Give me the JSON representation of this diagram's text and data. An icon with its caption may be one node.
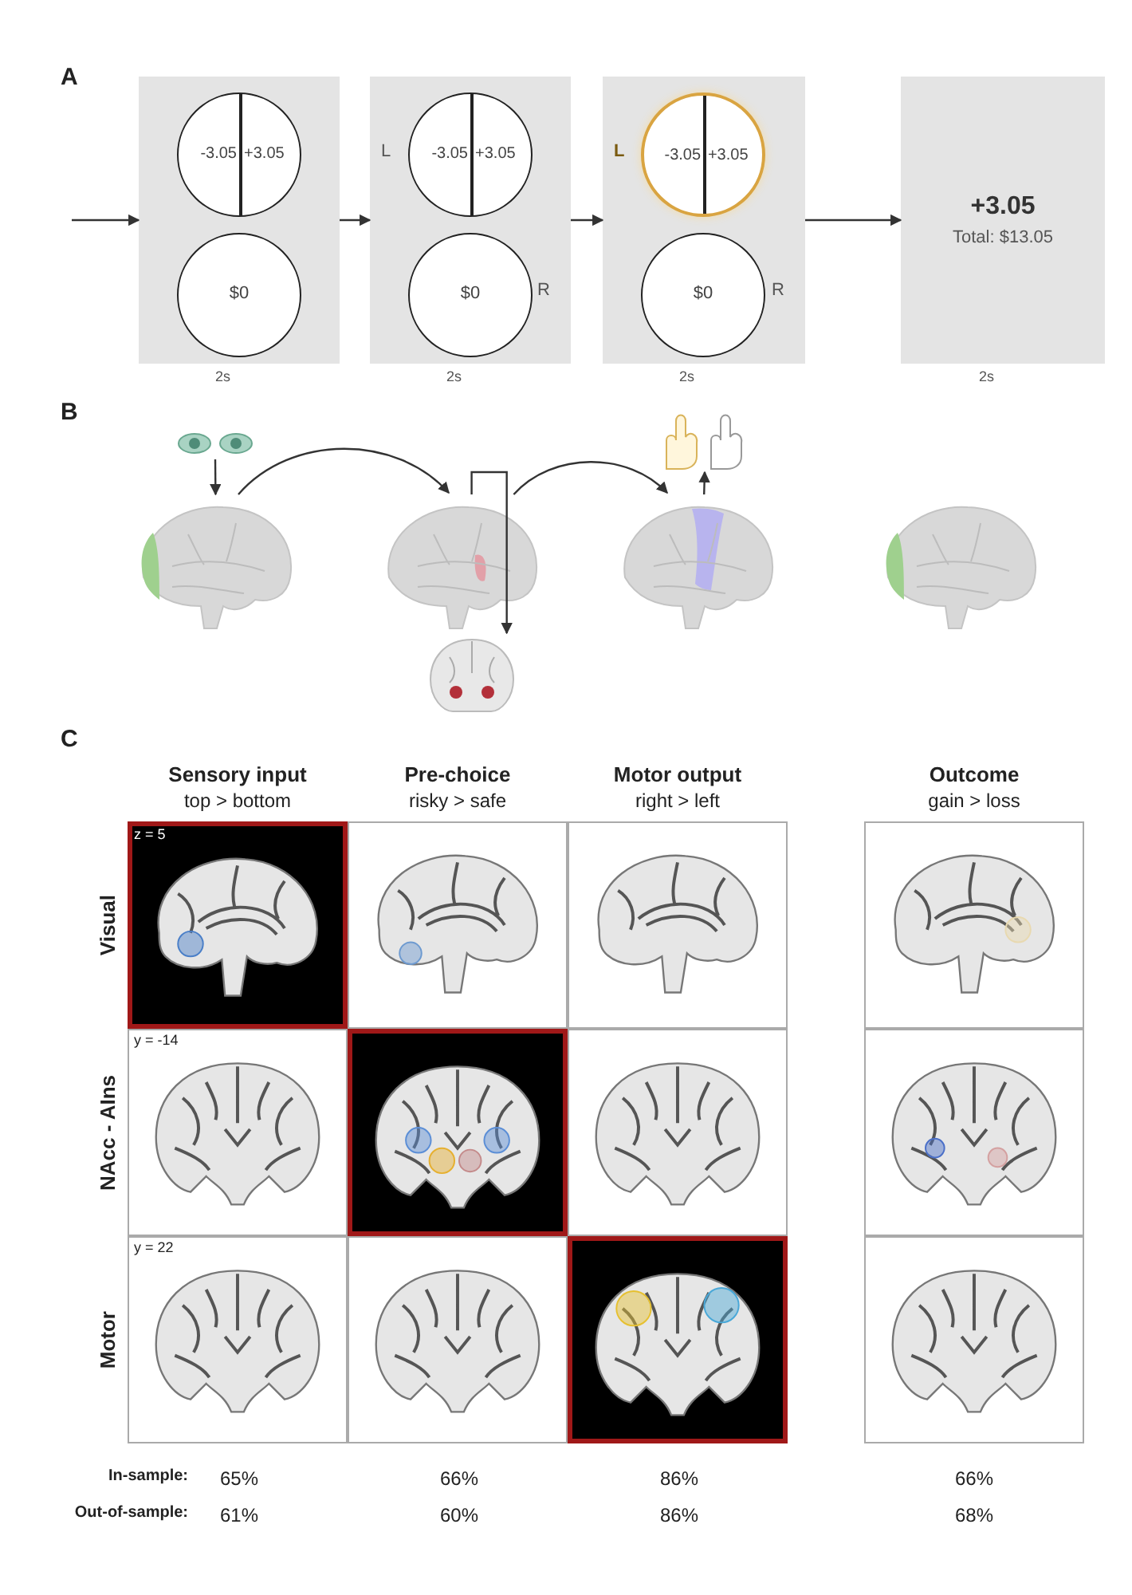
{
  "diagram": {
    "nodes": [
      {
        "text": [],
        "shape": "box",
        "beside": [
          "2s"
        ]
      },
      {
        "text": [
          "-3.05",
          "+3.05"
        ],
        "in": 0
      },
      {
        "text": [
          "$0"
        ],
        "in": 0
      },
      {
        "text": [],
        "shape": "box",
        "beside": [
          "2s"
        ]
      },
      {
        "text": [
          "-3.05",
          "+3.05"
        ],
        "in": 3,
        "beside": [
          "L"
        ]
      },
      {
        "text": [
          "$0"
        ],
        "in": 3,
        "beside": [
          "R"
        ]
      },
      {
        "text": [],
        "shape": "box",
        "beside": [
          "2s"
        ]
      },
      {
        "text": [
          "-3.05",
          "+3.05"
        ],
        "in": 6,
        "beside": [
          "L"
        ]
      },
      {
        "text": [
          "$0"
        ],
        "in": 6,
        "beside": [
          "R"
        ]
      },
      {
        "text": [
          "+3.05",
          "Total: $13.05"
        ],
        "beside": [
          "2s"
        ]
      },
      {
        "text": [],
        "shape": "picture"
      },
      {
        "text": [],
        "shape": "picture"
      },
      {
        "text": [],
        "shape": "picture"
      },
      {
        "text": [],
        "shape": "picture"
      },
      {
        "text": [],
        "shape": "picture"
      },
      {
        "text": [],
        "shape": "picture"
      },
      {
        "text": [],
        "shape": "picture"
      }
    ],
    "edges": [
      {
        "from": null,
        "to": 0,
        "arrow": "to"
      },
      {
        "from": 0,
        "to": 3,
        "arrow": "to"
      },
      {
        "from": 3,
        "to": 6,
        "arrow": "to"
      },
      {
        "from": 6,
        "to": 9,
        "arrow": "to"
      },
      {
        "from": 10,
        "to": 11,
        "arrow": "to"
      },
      {
        "from": 11,
        "to": 12,
        "arrow": "to"
      },
      {
        "from": 12,
        "to": 13,
        "arrow": "to"
      },
      {
        "from": 12,
        "to": 15,
        "arrow": "to"
      },
      {
        "from": 15,
        "to": 14,
        "arrow": "to"
      }
    ],
    "labels": [
      "A",
      "B",
      "C",
      "Sensory input",
      "top > bottom",
      "Pre-choice",
      "risky > safe",
      "Motor output",
      "right > left",
      "Outcome",
      "gain > loss",
      "Visual",
      "NAcc - AIns",
      "Motor",
      "z = 5",
      "y = -14",
      "y = 22",
      "In-sample:",
      "65%",
      "66%",
      "86%",
      "66%",
      "Out-of-sample:",
      "61%",
      "60%",
      "86%",
      "68%"
    ]
  }
}
